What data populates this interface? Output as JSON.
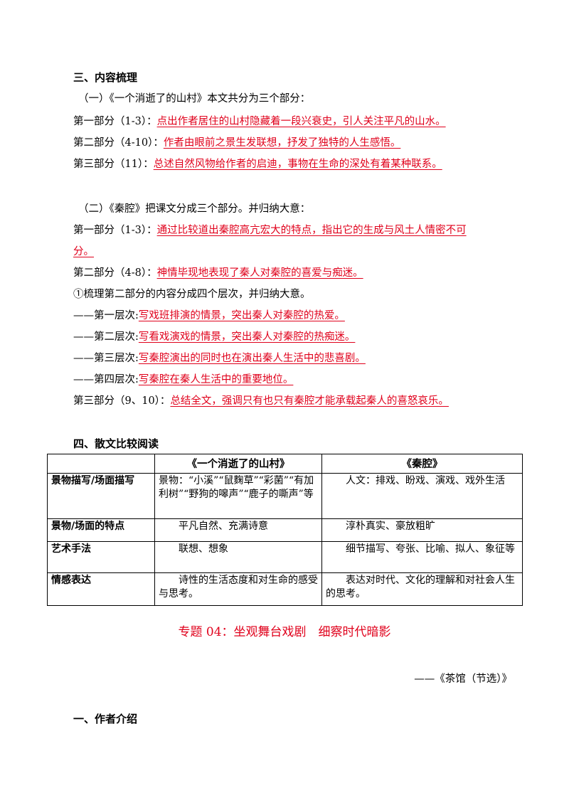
{
  "section3": {
    "heading": "三、内容梳理",
    "part1": {
      "intro": "（一）《一个消逝了的山村》本文共分为三个部分：",
      "items": [
        {
          "label": "第一部分（1-3）：",
          "answer": "点出作者居住的山村隐藏着一段兴衰史，引人关注平凡的山水。"
        },
        {
          "label": "第二部分（4-10）：",
          "answer": "作者由眼前之景生发联想，抒发了独特的人生感悟。"
        },
        {
          "label": "第三部分（11）：",
          "answer": "总述自然风物给作者的启迪，事物在生命的深处有着某种联系。"
        }
      ]
    },
    "part2": {
      "intro": "（二）《秦腔》把课文分成三个部分。并归纳大意：",
      "p1_label": "第一部分（1-3）：",
      "p1_answer_a": "通过比较道出秦腔高亢宏大的特点，指出它的生成与风土人情密不可",
      "p1_answer_b": "分。",
      "p2_label": "第二部分（4-8）：",
      "p2_answer": "神情毕现地表现了秦人对秦腔的喜爱与痴迷。",
      "sub_intro": "①梳理第二部分的内容分成四个层次，并归纳大意。",
      "layers": [
        {
          "label": "——第一层次:",
          "answer": "写戏班排演的情景，突出秦人对秦腔的热爱。"
        },
        {
          "label": "——第二层次:",
          "answer": "写看戏演戏的情景，突出秦人对秦腔的热痴迷。"
        },
        {
          "label": "——第三层次:",
          "answer": "写秦腔演出的同时也在演出秦人生活中的悲喜剧。"
        },
        {
          "label": "——第四层次:",
          "answer": "写秦腔在秦人生活中的重要地位。"
        }
      ],
      "p3_label": "第三部分（9、10）：",
      "p3_answer": "总结全文，强调只有也只有秦腔才能承载起秦人的喜怒哀乐。"
    }
  },
  "section4": {
    "heading": "四、散文比较阅读",
    "table": {
      "headers": [
        "",
        "《一个消逝了的山村》",
        "《秦腔》"
      ],
      "rows": [
        {
          "head": "景物描写/场面描写",
          "c1": "景物：“小溪”“鼠麴草”“彩菌”“有加利树”“野狗的嗥声”“鹿子的嘶声”等",
          "c2": "人文：排戏、盼戏、演戏、戏外生活"
        },
        {
          "head": "景物/场面的特点",
          "c1": "平凡自然、充满诗意",
          "c2": "淳朴真实、豪放粗旷"
        },
        {
          "head": "艺术手法",
          "c1": "联想、想象",
          "c2": "细节描写、夸张、比喻、拟人、象征等"
        },
        {
          "head": "情感表达",
          "c1": "诗性的生活态度和对生命的感受与思考。",
          "c2": "表达对时代、文化的理解和对社会人生的思考。"
        }
      ]
    }
  },
  "topic": {
    "title": "专题 04：坐观舞台戏剧　细察时代暗影",
    "source": "——《茶馆（节选）》"
  },
  "section1": {
    "heading": "一、作者介绍"
  },
  "colors": {
    "answer_red": "#e0001b"
  }
}
